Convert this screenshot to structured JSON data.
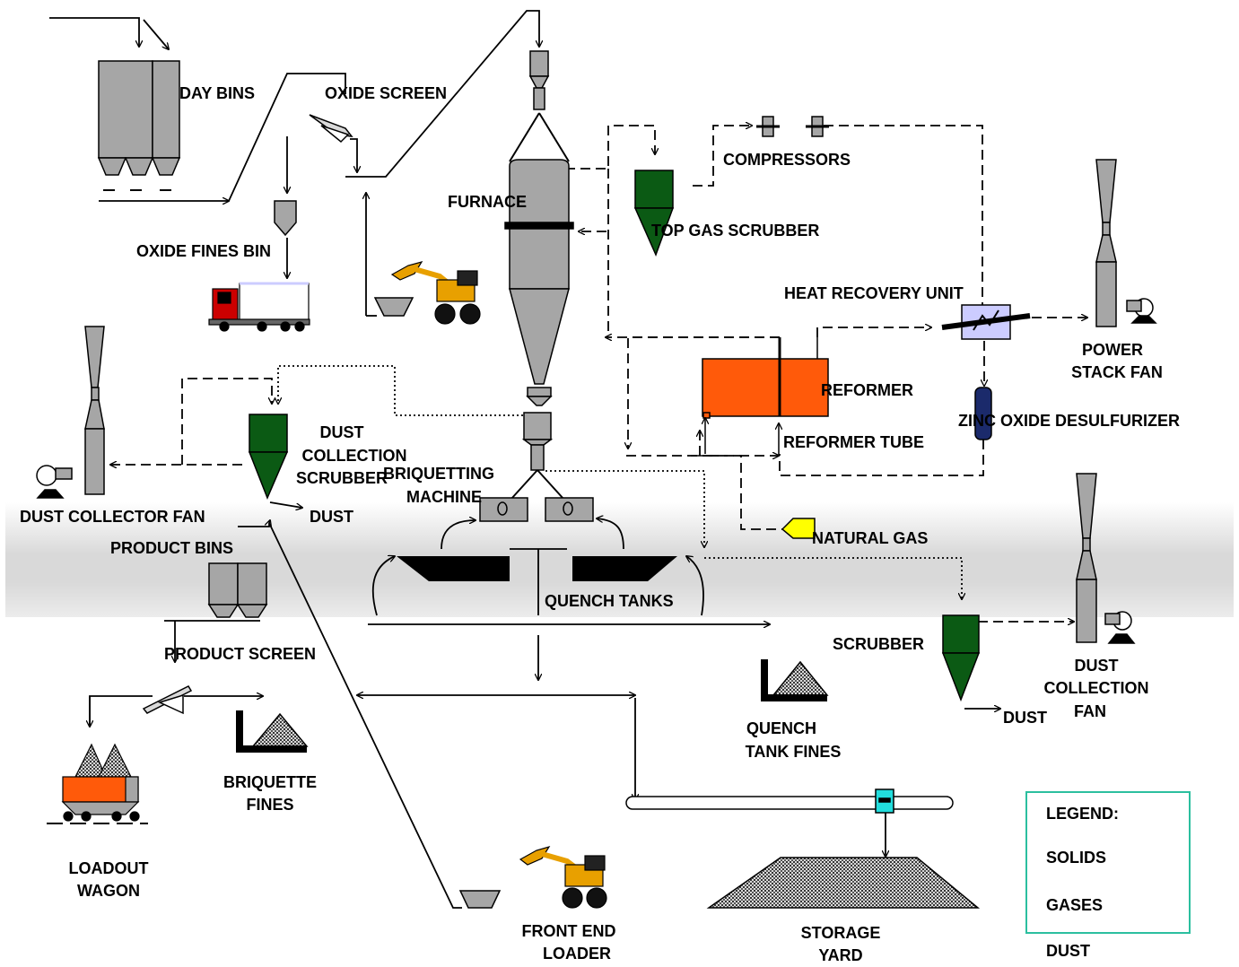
{
  "labels": {
    "day_bins": "DAY BINS",
    "oxide_screen": "OXIDE SCREEN",
    "oxide_fines_bin": "OXIDE FINES BIN",
    "furnace": "FURNACE",
    "compressors": "COMPRESSORS",
    "top_gas_scrubber": "TOP GAS SCRUBBER",
    "heat_recovery_unit": "HEAT RECOVERY UNIT",
    "power_stack_fan_1": "POWER",
    "power_stack_fan_2": "STACK FAN",
    "reformer": "REFORMER",
    "zinc_oxide_desulfurizer": "ZINC OXIDE DESULFURIZER",
    "reformer_tube": "REFORMER TUBE",
    "dust_collection_scrubber_1": "DUST",
    "dust_collection_scrubber_2": "COLLECTION",
    "dust_collection_scrubber_3": "SCRUBBER",
    "briquetting_machine_1": "BRIQUETTING",
    "briquetting_machine_2": "MACHINE",
    "dust_collector_fan": "DUST COLLECTOR FAN",
    "dust_left": "DUST",
    "natural_gas": "NATURAL GAS",
    "product_bins": "PRODUCT BINS",
    "quench_tanks": "QUENCH TANKS",
    "product_screen": "PRODUCT SCREEN",
    "scrubber": "SCRUBBER",
    "dust_collection_fan_1": "DUST",
    "dust_collection_fan_2": "COLLECTION",
    "dust_collection_fan_3": "FAN",
    "quench_tank_fines_1": "QUENCH",
    "quench_tank_fines_2": "TANK FINES",
    "dust_right": "DUST",
    "briquette_fines_1": "BRIQUETTE",
    "briquette_fines_2": "FINES",
    "loadout_wagon_1": "LOADOUT",
    "loadout_wagon_2": "WAGON",
    "front_end_loader_1": "FRONT END",
    "front_end_loader_2": "LOADER",
    "storage_yard_1": "STORAGE",
    "storage_yard_2": "YARD"
  },
  "legend": {
    "title": "LEGEND:",
    "solids": "SOLIDS",
    "gases": "GASES",
    "dust": "DUST"
  },
  "colors": {
    "equipment_gray": "#a6a6a6",
    "scrubber_green": "#0b5a14",
    "reformer_orange": "#ff5a0a",
    "desulfurizer_navy": "#1b2a6b",
    "natural_gas_yellow": "#ffff00",
    "legend_border": "#2bbf9f",
    "loader_orange": "#e8a000"
  }
}
